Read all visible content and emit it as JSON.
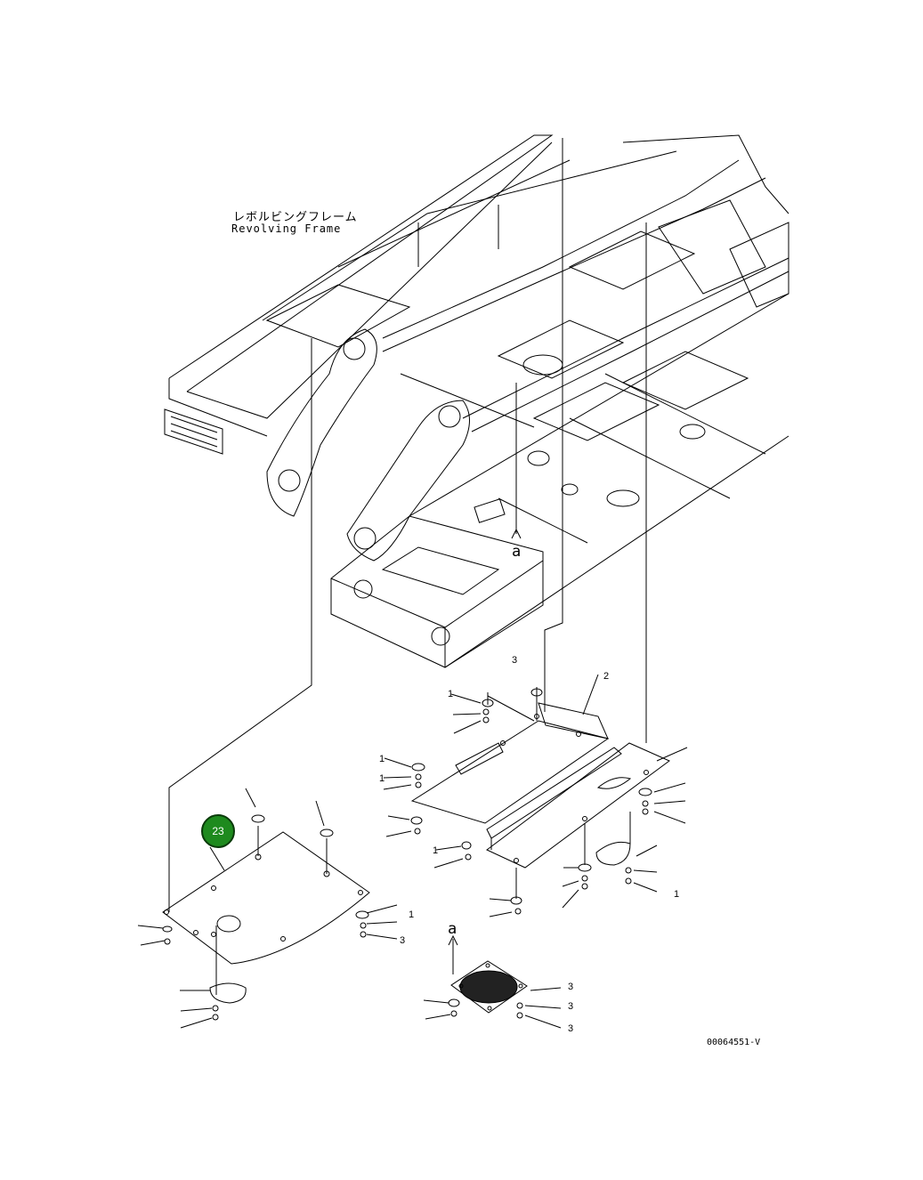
{
  "frame": {
    "name_jp": "レボルビングフレーム",
    "name_en": "Revolving Frame"
  },
  "views": {
    "a_upper": "a",
    "a_lower": "a"
  },
  "callouts": [
    {
      "number": "23"
    }
  ],
  "part_numbers": [
    "3",
    "2",
    "1",
    "1",
    "1",
    "1",
    "1",
    "3",
    "1",
    "3",
    "3",
    "3"
  ],
  "document_number": "00064551-V"
}
